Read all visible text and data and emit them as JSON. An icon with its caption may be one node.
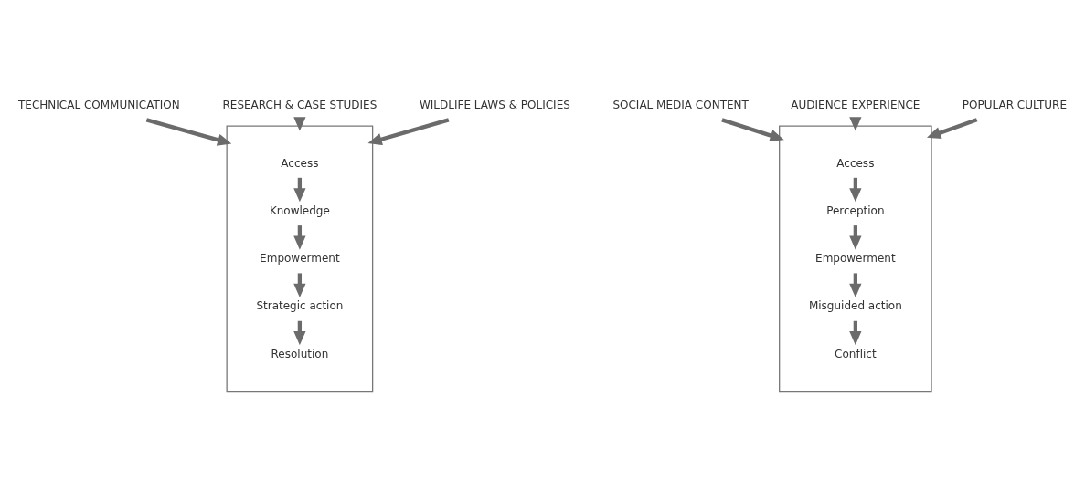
{
  "diagram": {
    "nodes": [
      {
        "text": [
          "TECHNICAL COMMUNICATION"
        ]
      },
      {
        "text": [],
        "shape": "box"
      },
      {
        "text": [
          "Access"
        ],
        "in": 1
      },
      {
        "text": [
          "Knowledge"
        ],
        "in": 1
      },
      {
        "text": [
          "Empowerment"
        ],
        "in": 1
      },
      {
        "text": [
          "Strategic action"
        ],
        "in": 1
      },
      {
        "text": [
          "Resolution"
        ],
        "in": 1
      },
      {
        "text": [
          "RESEARCH & CASE STUDIES"
        ]
      },
      {
        "text": [
          "WILDLIFE LAWS & POLICIES"
        ]
      },
      {
        "text": [
          "SOCIAL MEDIA CONTENT"
        ]
      },
      {
        "text": [],
        "shape": "box"
      },
      {
        "text": [
          "Access"
        ],
        "in": 10
      },
      {
        "text": [
          "Perception"
        ],
        "in": 10
      },
      {
        "text": [
          "Empowerment"
        ],
        "in": 10
      },
      {
        "text": [
          "Misguided action"
        ],
        "in": 10
      },
      {
        "text": [
          "Conflict"
        ],
        "in": 10
      },
      {
        "text": [
          "AUDIENCE EXPERIENCE"
        ]
      },
      {
        "text": [
          "POPULAR CULTURE"
        ]
      }
    ],
    "edges": [
      {
        "from": 0,
        "to": 1,
        "arrow": "to"
      },
      {
        "from": 2,
        "to": 3,
        "arrow": "to"
      },
      {
        "from": 3,
        "to": 4,
        "arrow": "to"
      },
      {
        "from": 4,
        "to": 5,
        "arrow": "to"
      },
      {
        "from": 5,
        "to": 6,
        "arrow": "to"
      },
      {
        "from": 7,
        "to": 1,
        "arrow": "to"
      },
      {
        "from": 8,
        "to": 1,
        "arrow": "to"
      },
      {
        "from": 9,
        "to": 10,
        "arrow": "to"
      },
      {
        "from": 11,
        "to": 12,
        "arrow": "to"
      },
      {
        "from": 12,
        "to": 13,
        "arrow": "to"
      },
      {
        "from": 13,
        "to": 14,
        "arrow": "to"
      },
      {
        "from": 14,
        "to": 15,
        "arrow": "to"
      },
      {
        "from": 16,
        "to": 10,
        "arrow": "to"
      },
      {
        "from": 17,
        "to": 10,
        "arrow": "to"
      }
    ]
  }
}
